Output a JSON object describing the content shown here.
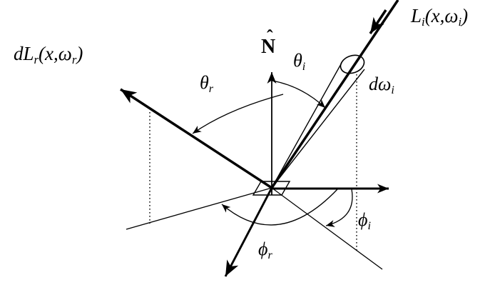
{
  "figure": {
    "description": "Reflection geometry diagram (BRDF): incident radiance, reflected radiance, surface normal, polar and azimuth angles, differential solid angle",
    "colors": {
      "background": "#ffffff",
      "ink": "#000000"
    }
  },
  "labels": {
    "reflected_radiance": {
      "main": "dL",
      "sub1": "r",
      "open": "(x,ω",
      "sub2": "r",
      "close": ")"
    },
    "incident_radiance": {
      "main": "L",
      "sub1": "i",
      "open": "(x,ω",
      "sub2": "i",
      "close": ")"
    },
    "normal": {
      "letter": "N",
      "hat": "ˆ"
    },
    "theta_i": {
      "main": "θ",
      "sub": "i"
    },
    "theta_r": {
      "main": "θ",
      "sub": "r"
    },
    "solid_angle": {
      "main": "dω",
      "sub": "i"
    },
    "phi_i": {
      "main": "ϕ",
      "sub": "i"
    },
    "phi_r": {
      "main": "ϕ",
      "sub": "r"
    }
  }
}
